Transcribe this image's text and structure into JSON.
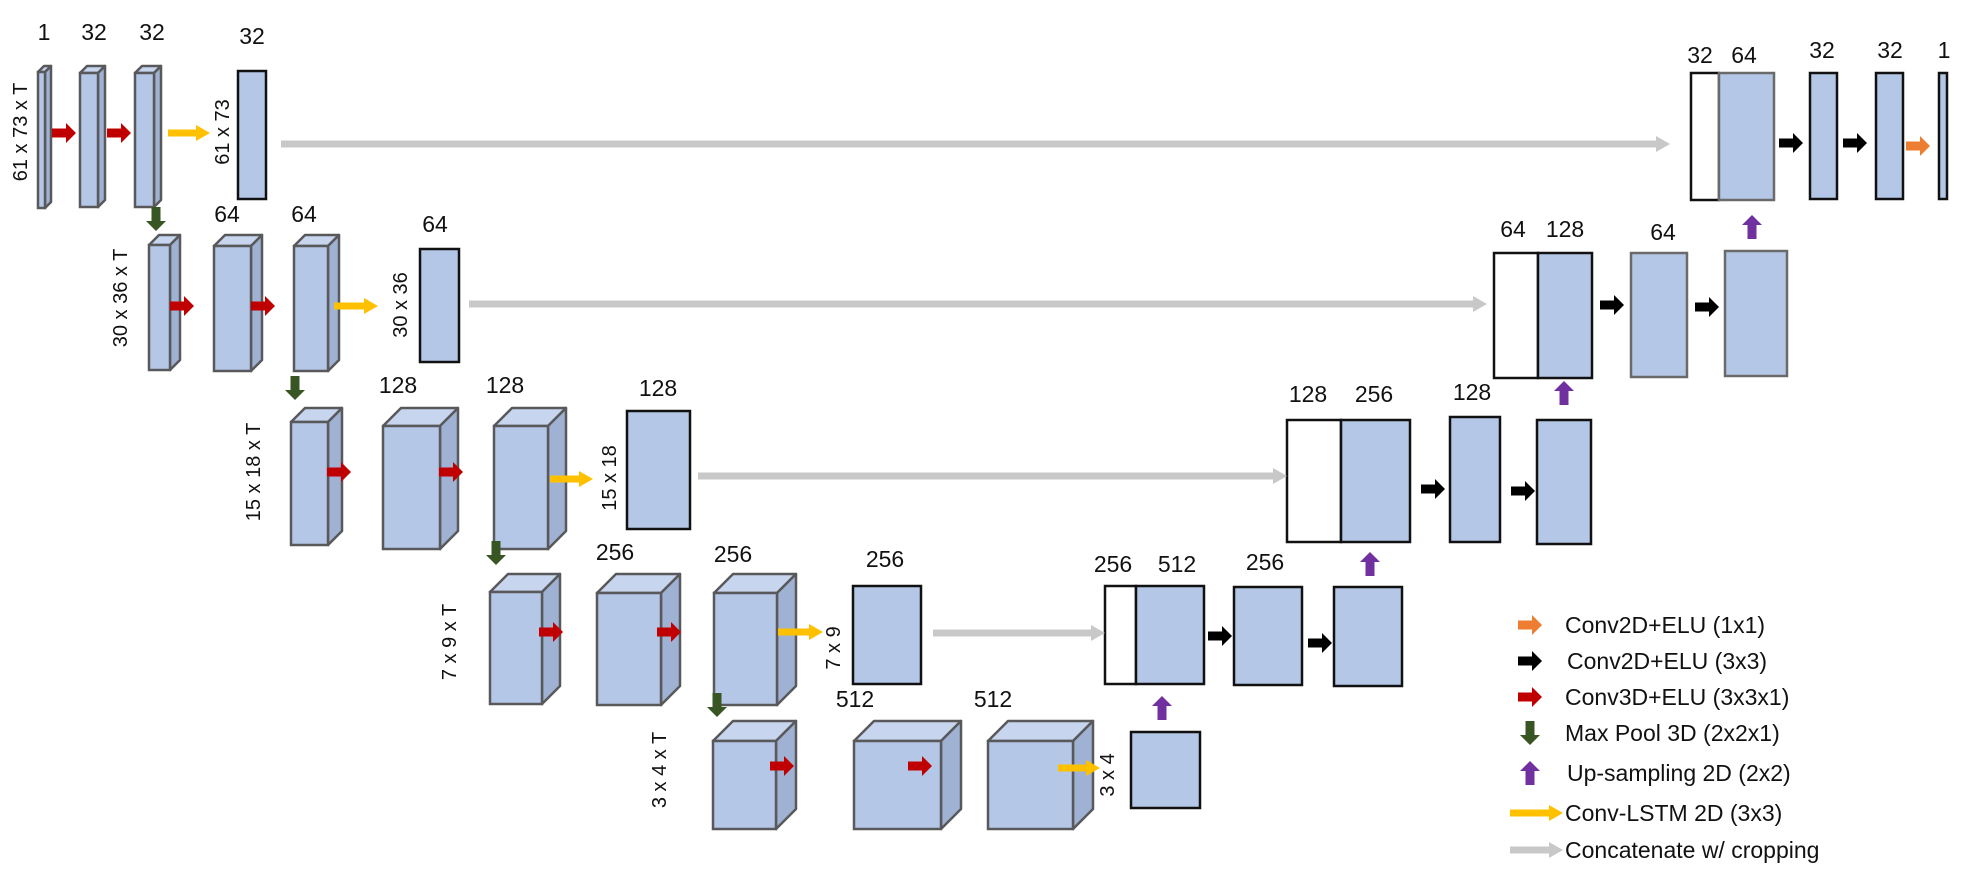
{
  "diagram": {
    "encoder": {
      "level1": {
        "dims": "61 x 73 x T",
        "channels": [
          "1",
          "32",
          "32"
        ],
        "lstm_channels": "32",
        "lstm_dims": "61 x 73"
      },
      "level2": {
        "dims": "30 x 36 x T",
        "channels": [
          "64",
          "64"
        ],
        "lstm_channels": "64",
        "lstm_dims": "30 x 36"
      },
      "level3": {
        "dims": "15 x 18 x T",
        "channels": [
          "128",
          "128"
        ],
        "lstm_channels": "128",
        "lstm_dims": "15 x 18"
      },
      "level4": {
        "dims": "7 x 9 x T",
        "channels": [
          "256",
          "256"
        ],
        "lstm_channels": "256",
        "lstm_dims": "7 x 9"
      },
      "level5": {
        "dims": "3 x 4 x T",
        "channels": [
          "512",
          "512"
        ],
        "lstm_dims": "3 x 4"
      }
    },
    "decoder": {
      "level4": {
        "concat": [
          "256",
          "512"
        ],
        "channels": [
          "256"
        ]
      },
      "level3": {
        "concat": [
          "128",
          "256"
        ],
        "channels": [
          "128"
        ]
      },
      "level2": {
        "concat": [
          "64",
          "128"
        ],
        "channels": [
          "64"
        ]
      },
      "level1": {
        "concat": [
          "32",
          "64"
        ],
        "channels": [
          "32",
          "32",
          "1"
        ]
      }
    }
  },
  "legend": {
    "items": [
      {
        "label": "Conv2D+ELU (1x1)",
        "color": "#ed7d31",
        "icon": "arrow-right-icon"
      },
      {
        "label": "Conv2D+ELU (3x3)",
        "color": "#000000",
        "icon": "arrow-right-icon"
      },
      {
        "label": "Conv3D+ELU (3x3x1)",
        "color": "#c00000",
        "icon": "arrow-right-icon"
      },
      {
        "label": "Max Pool 3D (2x2x1)",
        "color": "#375623",
        "icon": "arrow-down-icon"
      },
      {
        "label": "Up-sampling 2D (2x2)",
        "color": "#7030a0",
        "icon": "arrow-up-icon"
      },
      {
        "label": "Conv-LSTM 2D (3x3)",
        "color": "#ffc000",
        "icon": "long-arrow-icon"
      },
      {
        "label": "Concatenate w/ cropping",
        "color": "#c8c8c8",
        "icon": "long-arrow-icon"
      }
    ]
  }
}
